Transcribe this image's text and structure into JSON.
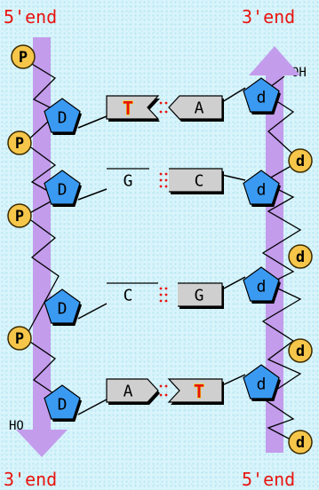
{
  "labels": {
    "top_left": "5'end",
    "top_right": "3'end",
    "bottom_left": "3'end",
    "bottom_right": "5'end",
    "hydroxyl_right": "OH",
    "hydroxyl_left": "HO"
  },
  "symbols": {
    "phosphate_left": "P",
    "phosphate_right": "d",
    "deoxyribose_left": "D",
    "deoxyribose_right": "d"
  },
  "base_pairs": [
    {
      "left": "T",
      "right": "A",
      "bonds": 2
    },
    {
      "left": "G",
      "right": "C",
      "bonds": 3
    },
    {
      "left": "C",
      "right": "G",
      "bonds": 3
    },
    {
      "left": "A",
      "right": "T",
      "bonds": 2
    }
  ],
  "colors": {
    "strand_arrow": "#c39cec",
    "sugar": "#3a9af2",
    "phosphate": "#f6c64a",
    "base": "#cfcfcf",
    "end_label": "#e8140f",
    "hbond": "#e8140f",
    "thymine_letter": "#e8140f",
    "thymine_outline": "#f6d600"
  }
}
